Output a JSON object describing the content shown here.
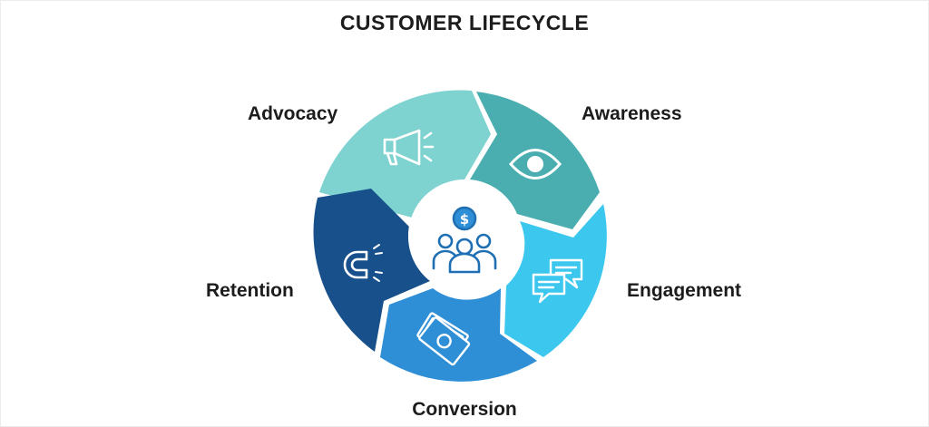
{
  "title": "CUSTOMER LIFECYCLE",
  "stages": {
    "advocacy": {
      "label": "Advocacy",
      "color": "#7ed3d1",
      "icon": "megaphone-icon"
    },
    "awareness": {
      "label": "Awareness",
      "color": "#4aaeb0",
      "icon": "eye-icon"
    },
    "engagement": {
      "label": "Engagement",
      "color": "#3cc7ef",
      "icon": "chat-bubbles-icon"
    },
    "conversion": {
      "label": "Conversion",
      "color": "#2f8fd6",
      "icon": "money-icon"
    },
    "retention": {
      "label": "Retention",
      "color": "#17508a",
      "icon": "magnet-icon"
    }
  },
  "center": {
    "icon": "customers-dollar-icon",
    "color": "#1f6fb5"
  }
}
